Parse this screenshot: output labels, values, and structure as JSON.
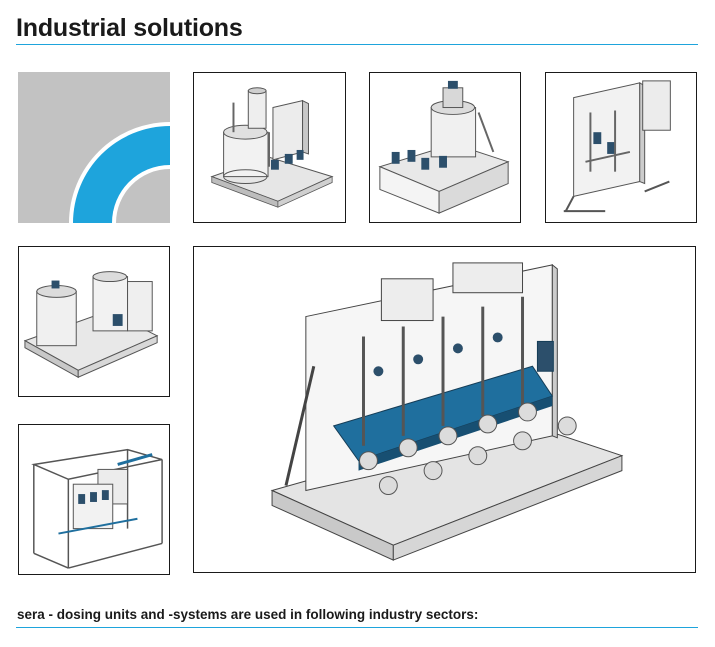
{
  "page": {
    "title": "Industrial solutions",
    "subtitle": "sera - dosing units and -systems are used in following industry sectors:"
  },
  "colors": {
    "accent": "#1ea4dc",
    "logo_gray": "#c2c2c2",
    "machine_blue": "#1f6f9e",
    "frame": "#1a1a1a"
  },
  "figures": [
    {
      "name": "logo-graphic"
    },
    {
      "name": "tank-unit-with-control-cabinet"
    },
    {
      "name": "tank-on-tray-with-pumps"
    },
    {
      "name": "panel-mounted-dosing-station"
    },
    {
      "name": "twin-tank-dosing-unit"
    },
    {
      "name": "large-multi-pump-dosing-system"
    },
    {
      "name": "framed-dosing-skid"
    }
  ]
}
